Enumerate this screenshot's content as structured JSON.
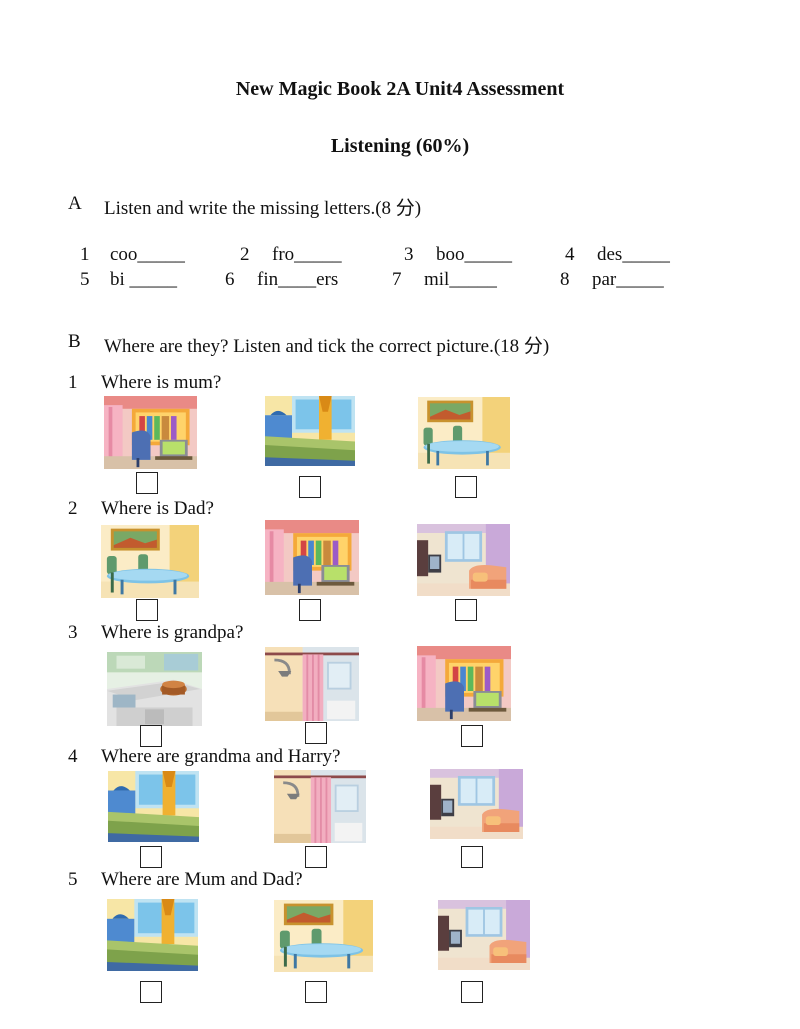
{
  "header": {
    "title": "New Magic Book 2A Unit4 Assessment",
    "subtitle": "Listening (60%)"
  },
  "sectionA": {
    "letter": "A",
    "instruction": "Listen and write the missing letters.(8 分)",
    "items": [
      {
        "num": "1",
        "text": "coo_____"
      },
      {
        "num": "2",
        "text": "fro_____"
      },
      {
        "num": "3",
        "text": "boo_____"
      },
      {
        "num": "4",
        "text": "des_____"
      },
      {
        "num": "5",
        "text": "bi _____"
      },
      {
        "num": "6",
        "text": "fin____ers"
      },
      {
        "num": "7",
        "text": "mil_____"
      },
      {
        "num": "8",
        "text": "par_____"
      }
    ]
  },
  "sectionB": {
    "letter": "B",
    "instruction": "Where are they? Listen and tick the correct picture.(18 分)",
    "questions": [
      {
        "num": "1",
        "text": "Where is mum?",
        "pictures": [
          "study",
          "bedroom",
          "dining-room"
        ]
      },
      {
        "num": "2",
        "text": "Where is Dad?",
        "pictures": [
          "dining-room",
          "study",
          "living-room"
        ]
      },
      {
        "num": "3",
        "text": "Where is grandpa?",
        "pictures": [
          "kitchen",
          "bathroom",
          "study"
        ]
      },
      {
        "num": "4",
        "text": "Where are grandma and Harry?",
        "pictures": [
          "bedroom",
          "bathroom",
          "living-room"
        ]
      },
      {
        "num": "5",
        "text": "Where are Mum and Dad?",
        "pictures": [
          "bedroom",
          "dining-room",
          "living-room"
        ]
      }
    ]
  }
}
